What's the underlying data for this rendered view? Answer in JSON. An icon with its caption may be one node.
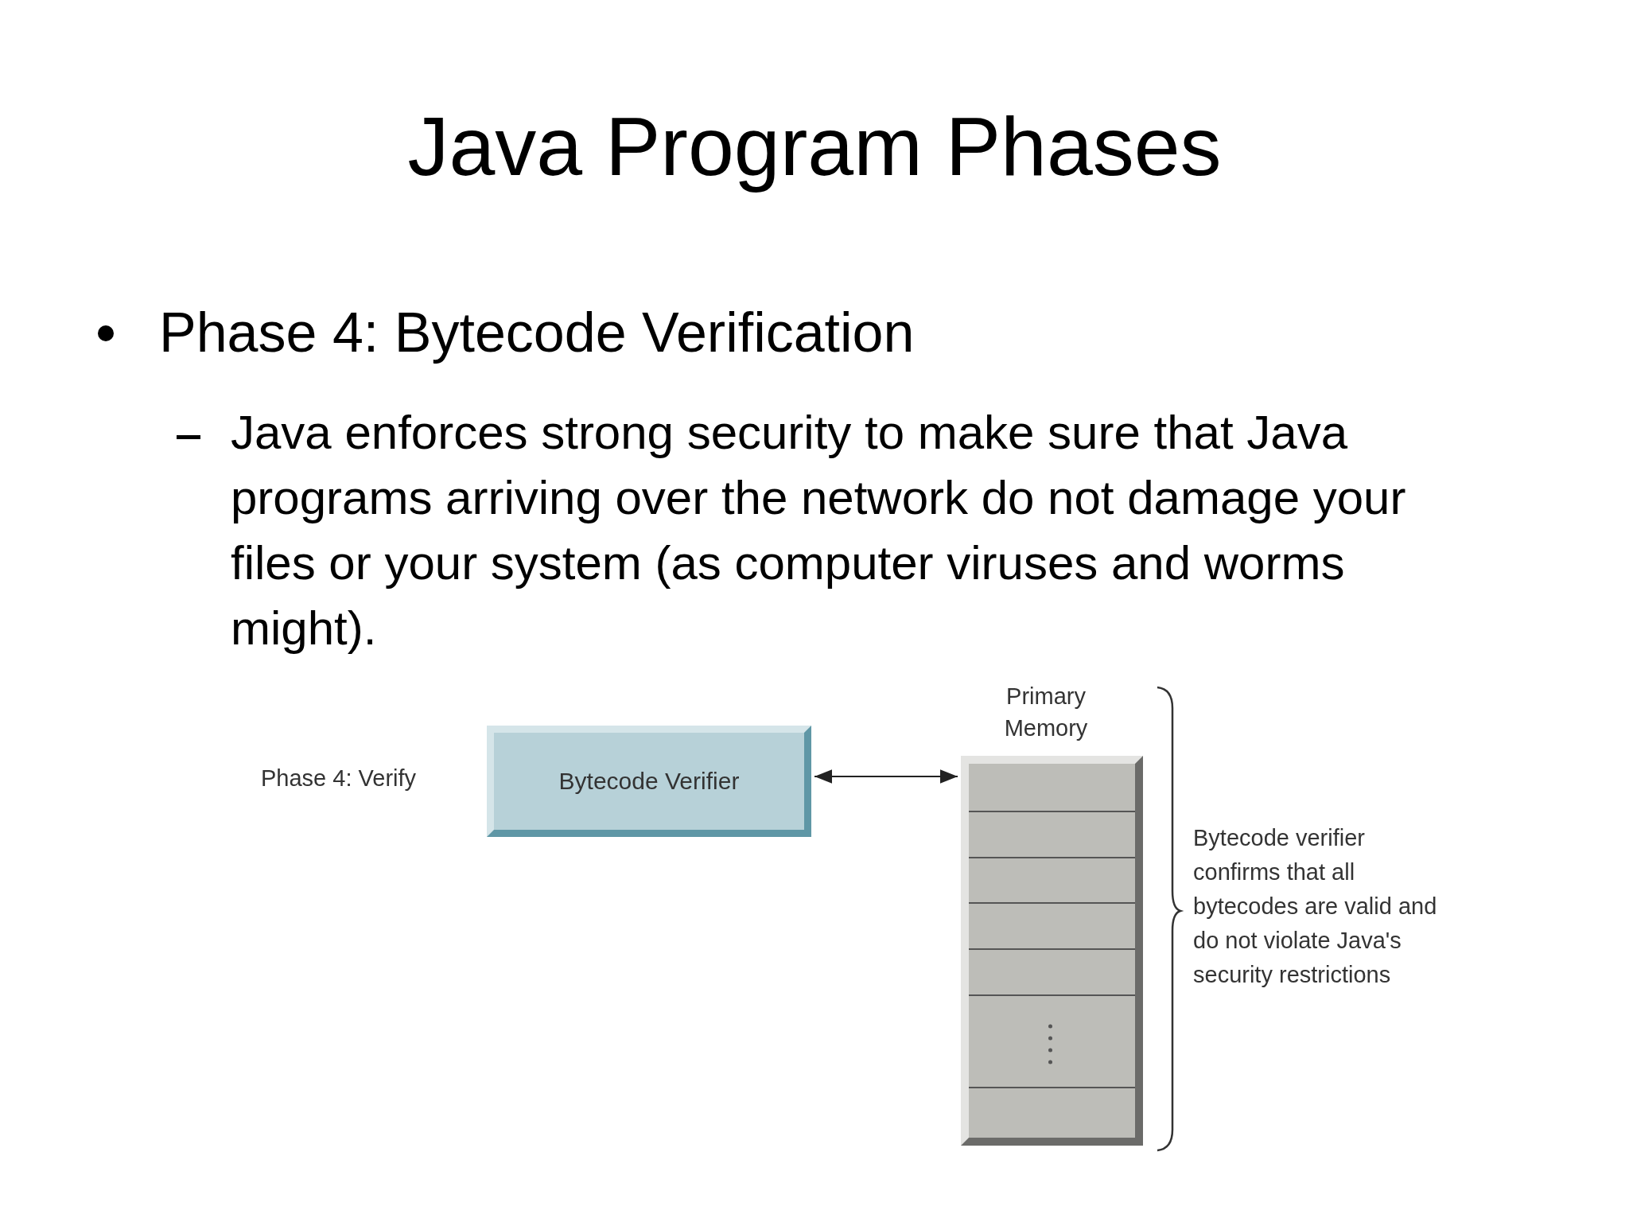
{
  "diagram": {
    "title": "Java Program Phases",
    "nodes": [
      {
        "text": [
          "Bytecode Verifier"
        ]
      },
      {
        "text": [
          "Primary Memory"
        ]
      }
    ],
    "edges": [
      {
        "from": 0,
        "to": 1,
        "arrow": "both"
      }
    ],
    "labels": [
      "Phase 4: Bytecode Verification",
      "Java enforces strong security to make sure that Java programs arriving over the network do not damage your files or your system (as computer viruses and worms might).",
      "Phase 4: Verify",
      "Bytecode verifier confirms that all bytecodes are valid and do not violate Java's security restrictions"
    ]
  }
}
